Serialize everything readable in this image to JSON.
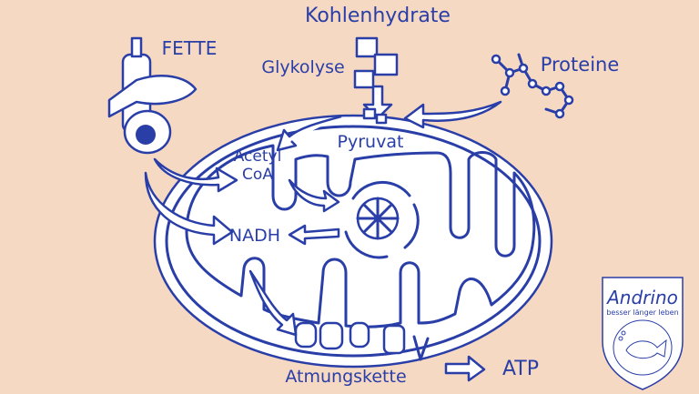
{
  "diagram": {
    "labels": {
      "carbs": "Kohlenhydrate",
      "glycolysis": "Glykolyse",
      "fats": "FETTE",
      "proteins": "Proteine",
      "pyruvate": "Pyruvat",
      "acetyl_line1": "Acetyl",
      "acetyl_line2": "CoA",
      "nadh": "NADH",
      "respiratory_chain": "Atmungskette",
      "atp": "ATP"
    }
  },
  "logo": {
    "brand": "Andrino",
    "tagline": "besser länger leben"
  },
  "colors": {
    "background": "#f6d9c3",
    "ink": "#2a3ea8"
  }
}
